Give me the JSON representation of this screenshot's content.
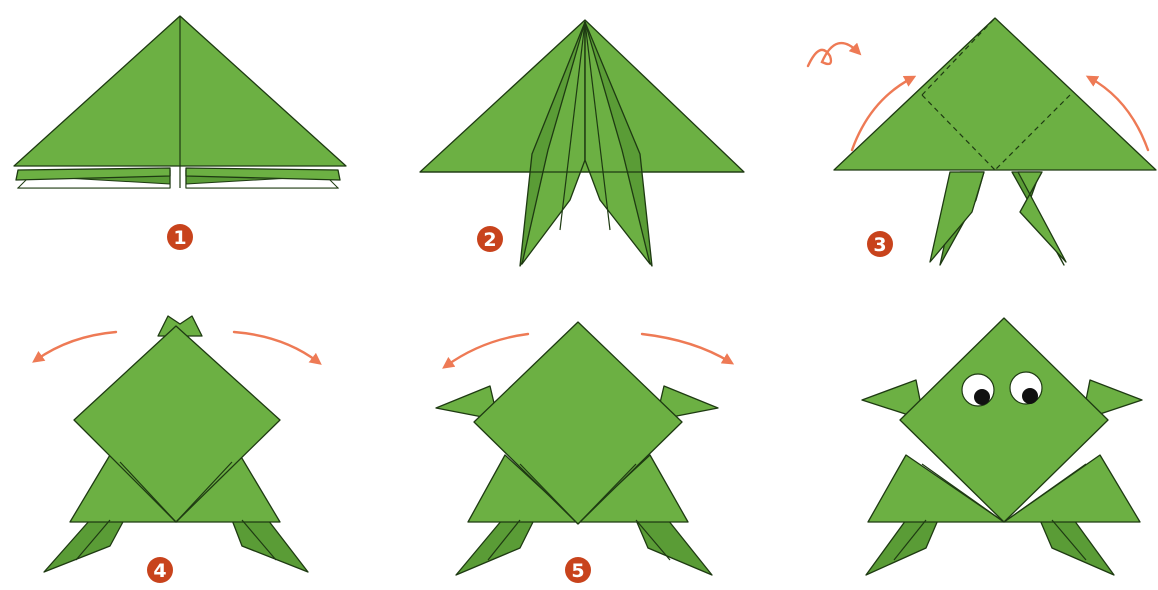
{
  "steps": [
    {
      "number": "1"
    },
    {
      "number": "2"
    },
    {
      "number": "3"
    },
    {
      "number": "4"
    },
    {
      "number": "5"
    }
  ],
  "colors": {
    "paper": "#6cb043",
    "outline": "#1e3a12",
    "arrow": "#ee7a55",
    "badge": "#c8431c"
  },
  "icons": [
    "flip-over-arrow-icon",
    "fold-arrow-icon"
  ]
}
